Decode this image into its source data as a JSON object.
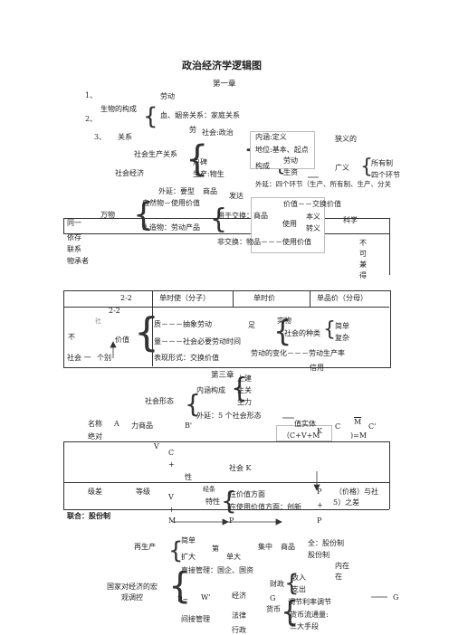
{
  "doc": {
    "title": "政治经济学逻辑图",
    "chapter1": "第一章",
    "chapter3": "第三章",
    "n1": "1、",
    "n2": "2、",
    "n3": "3、",
    "labour": "劳动",
    "bio": "生物的构成",
    "blood": "血、姻亲关系：家庭关系",
    "lao": "劳",
    "shehui_zheng": "社会:政治",
    "guanxi": "关系",
    "neihan": "内涵:定义",
    "xiayi": "狭义的",
    "diwei": "地位:基本、起点",
    "shengchan_guanxi": "社会生产关系",
    "huchan": "户碑",
    "laodong2": "劳动",
    "gouchen": "构成",
    "shengzi": "生资",
    "guangyi": "广义",
    "suoyouzhi": "所有制",
    "sige": "四个环节",
    "shengchan_wu": "生产:物生",
    "shehui_jingji": "社会经济",
    "waiyan": "外延：四个环节（生产、所有制、生产、分关",
    "waiyan2": "外延：要型",
    "shangpin": "商品",
    "fada": "发达",
    "zirwu": "自然物－使用价值",
    "wanwu": "万物",
    "jiazhi1": "价值－－交换价值",
    "kexue": "科学",
    "tongyi": "同一",
    "yongyu": "用于交换：商品",
    "benyi": "本义",
    "shiyong": "使用",
    "zhuanyi": "转义",
    "yilai": "依存",
    "renzao": "人造物：劳动产品",
    "feijiaohuan": "非交换：物品－－－使用价值",
    "lianxi": "联系",
    "chengdan": "物承者",
    "buke": "不",
    "ke": "可",
    "jian": "兼",
    "de": "得",
    "table2_h1": "2-2",
    "table2_h2": "单时使（分子）",
    "table2_h3": "单时价",
    "table2_h4": "单品价（分母）",
    "r22": "2-2",
    "shehui": "社",
    "zhi": "质－－－抽象劳动",
    "liang": "量－－－社会必要劳动时间",
    "biaoxian": "表现形式：交换价值",
    "jiazhi": "价值",
    "shehui_yi": "社会 一",
    "geti": "个别",
    "zu": "足",
    "shiwu": "实物",
    "shehui_zhonglei": "社会的种类",
    "jiandan": "简单",
    "fuza": "复杂",
    "laodong_bianhua": "劳动的变化－－－劳动生产率",
    "xinyong": "信用",
    "bu": "不",
    "shangjian": "上建",
    "shengtian": "生关",
    "shengli": "生力",
    "neihan_goucheng": "内涵构成",
    "shehui_xingtai": "社会形态",
    "waiyan5": "外延：5 个社会形态",
    "mingcheng": "名称",
    "A": "A",
    "li_shangpin": "力商品",
    "B": "B'",
    "zhishi": "值实体",
    "C": "C",
    "M": "M",
    "Cp": "C'",
    "CVM": "（C+V+M",
    "K": "K",
    "eqM": ")=M",
    "jueduil": "绝对",
    "V": "V",
    "Cc": "C",
    "shehui_K": "社会 K",
    "xing": "性",
    "jinshu": "经条",
    "jibie": "级差",
    "dengji": "等级",
    "plus1": "+",
    "plus2": "+",
    "Vv": "V",
    "P": "P",
    "plus3": "+",
    "tedian": "特性",
    "zaijiazhi": "在价值方面",
    "shiyongjiazhi": "在使用价值方面：创新",
    "jiage": "（价格）与社",
    "zhicha": "5）之差",
    "lianhe": "联合：股份制",
    "Mm": "M",
    "Pp": "P",
    "Pr": "P",
    "jiandan2": "简单",
    "zaishengchan": "再生产",
    "kuoda": "扩大",
    "dier": "第",
    "danda": "单大",
    "ji": "集中",
    "shangpin2": "商品",
    "gufen": "全：股份制",
    "gufenzhi": "股份制",
    "zhijie": "直接管理：国企、国资",
    "neizai": "内在",
    "zai": "在",
    "hongguan": "国家对经济的宏",
    "hongguan2": "观调控",
    "shouru": "收入",
    "zhichu": "支出",
    "caizheng": "财政",
    "Pb": "P~",
    "W": "W'",
    "jingji": "经济",
    "G": "G",
    "huobi": "货币",
    "tiaojie": "调节利率调节",
    "liutong": "货币流通量:",
    "sanda": "三大手段",
    "jianjie": "间接管理",
    "falv": "法律",
    "xingzheng": "行政",
    "G2": "G"
  }
}
